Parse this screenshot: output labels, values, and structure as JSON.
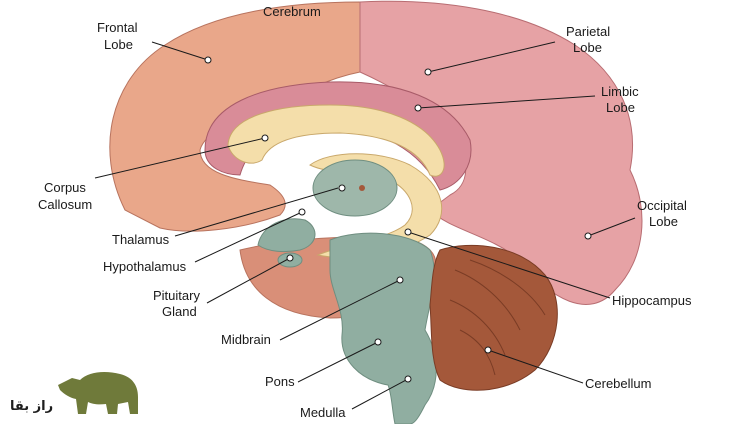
{
  "labels": {
    "cerebrum": "Cerebrum",
    "frontal_lobe_1": "Frontal",
    "frontal_lobe_2": "Lobe",
    "parietal_lobe_1": "Parietal",
    "parietal_lobe_2": "Lobe",
    "limbic_lobe_1": "Limbic",
    "limbic_lobe_2": "Lobe",
    "corpus_callosum_1": "Corpus",
    "corpus_callosum_2": "Callosum",
    "occipital_lobe_1": "Occipital",
    "occipital_lobe_2": "Lobe",
    "thalamus": "Thalamus",
    "hypothalamus": "Hypothalamus",
    "pituitary_gland_1": "Pituitary",
    "pituitary_gland_2": "Gland",
    "hippocampus": "Hippocampus",
    "midbrain": "Midbrain",
    "pons": "Pons",
    "cerebellum": "Cerebellum",
    "medulla": "Medulla"
  },
  "watermark": {
    "text": "راز بقا"
  },
  "colors": {
    "cortex": "#e9a78a",
    "cortex_dark": "#d98f78",
    "parietal": "#e6a2a5",
    "limbic": "#d98c98",
    "corpus_callosum": "#f4deaa",
    "brainstem": "#90aea1",
    "cerebellum": "#a4583a",
    "logo": "#6f7a3a"
  }
}
